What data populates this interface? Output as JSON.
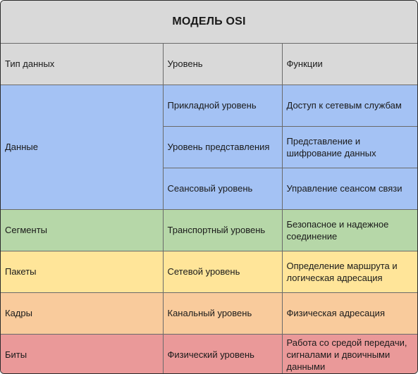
{
  "title": "МОДЕЛЬ OSI",
  "headers": {
    "data_type": "Тип данных",
    "level": "Уровень",
    "functions": "Функции"
  },
  "colors": {
    "header_bg": "#d9d9d9",
    "data_blue": "#a4c2f4",
    "segments_green": "#b6d7a8",
    "packets_yellow": "#ffe599",
    "frames_orange": "#f9cb9c",
    "bits_red": "#ea9999"
  },
  "groups": [
    {
      "data_type": "Данные",
      "color": "#a4c2f4",
      "rows": [
        {
          "level": "Прикладной уровень",
          "function": "Доступ к сетевым службам"
        },
        {
          "level": "Уровень представления",
          "function": "Представление и шифрование данных"
        },
        {
          "level": "Сеансовый уровень",
          "function": "Управление сеансом связи"
        }
      ]
    },
    {
      "data_type": "Сегменты",
      "color": "#b6d7a8",
      "rows": [
        {
          "level": "Транспортный уровень",
          "function": "Безопасное и надежное соединение"
        }
      ]
    },
    {
      "data_type": "Пакеты",
      "color": "#ffe599",
      "rows": [
        {
          "level": "Сетевой уровень",
          "function": "Определение маршрута и логическая адресация"
        }
      ]
    },
    {
      "data_type": "Кадры",
      "color": "#f9cb9c",
      "rows": [
        {
          "level": "Канальный уровень",
          "function": "Физическая адресация"
        }
      ]
    },
    {
      "data_type": "Биты",
      "color": "#ea9999",
      "rows": [
        {
          "level": "Физический уровень",
          "function": "Работа со средой передачи, сигналами и двоичными данными"
        }
      ]
    }
  ]
}
